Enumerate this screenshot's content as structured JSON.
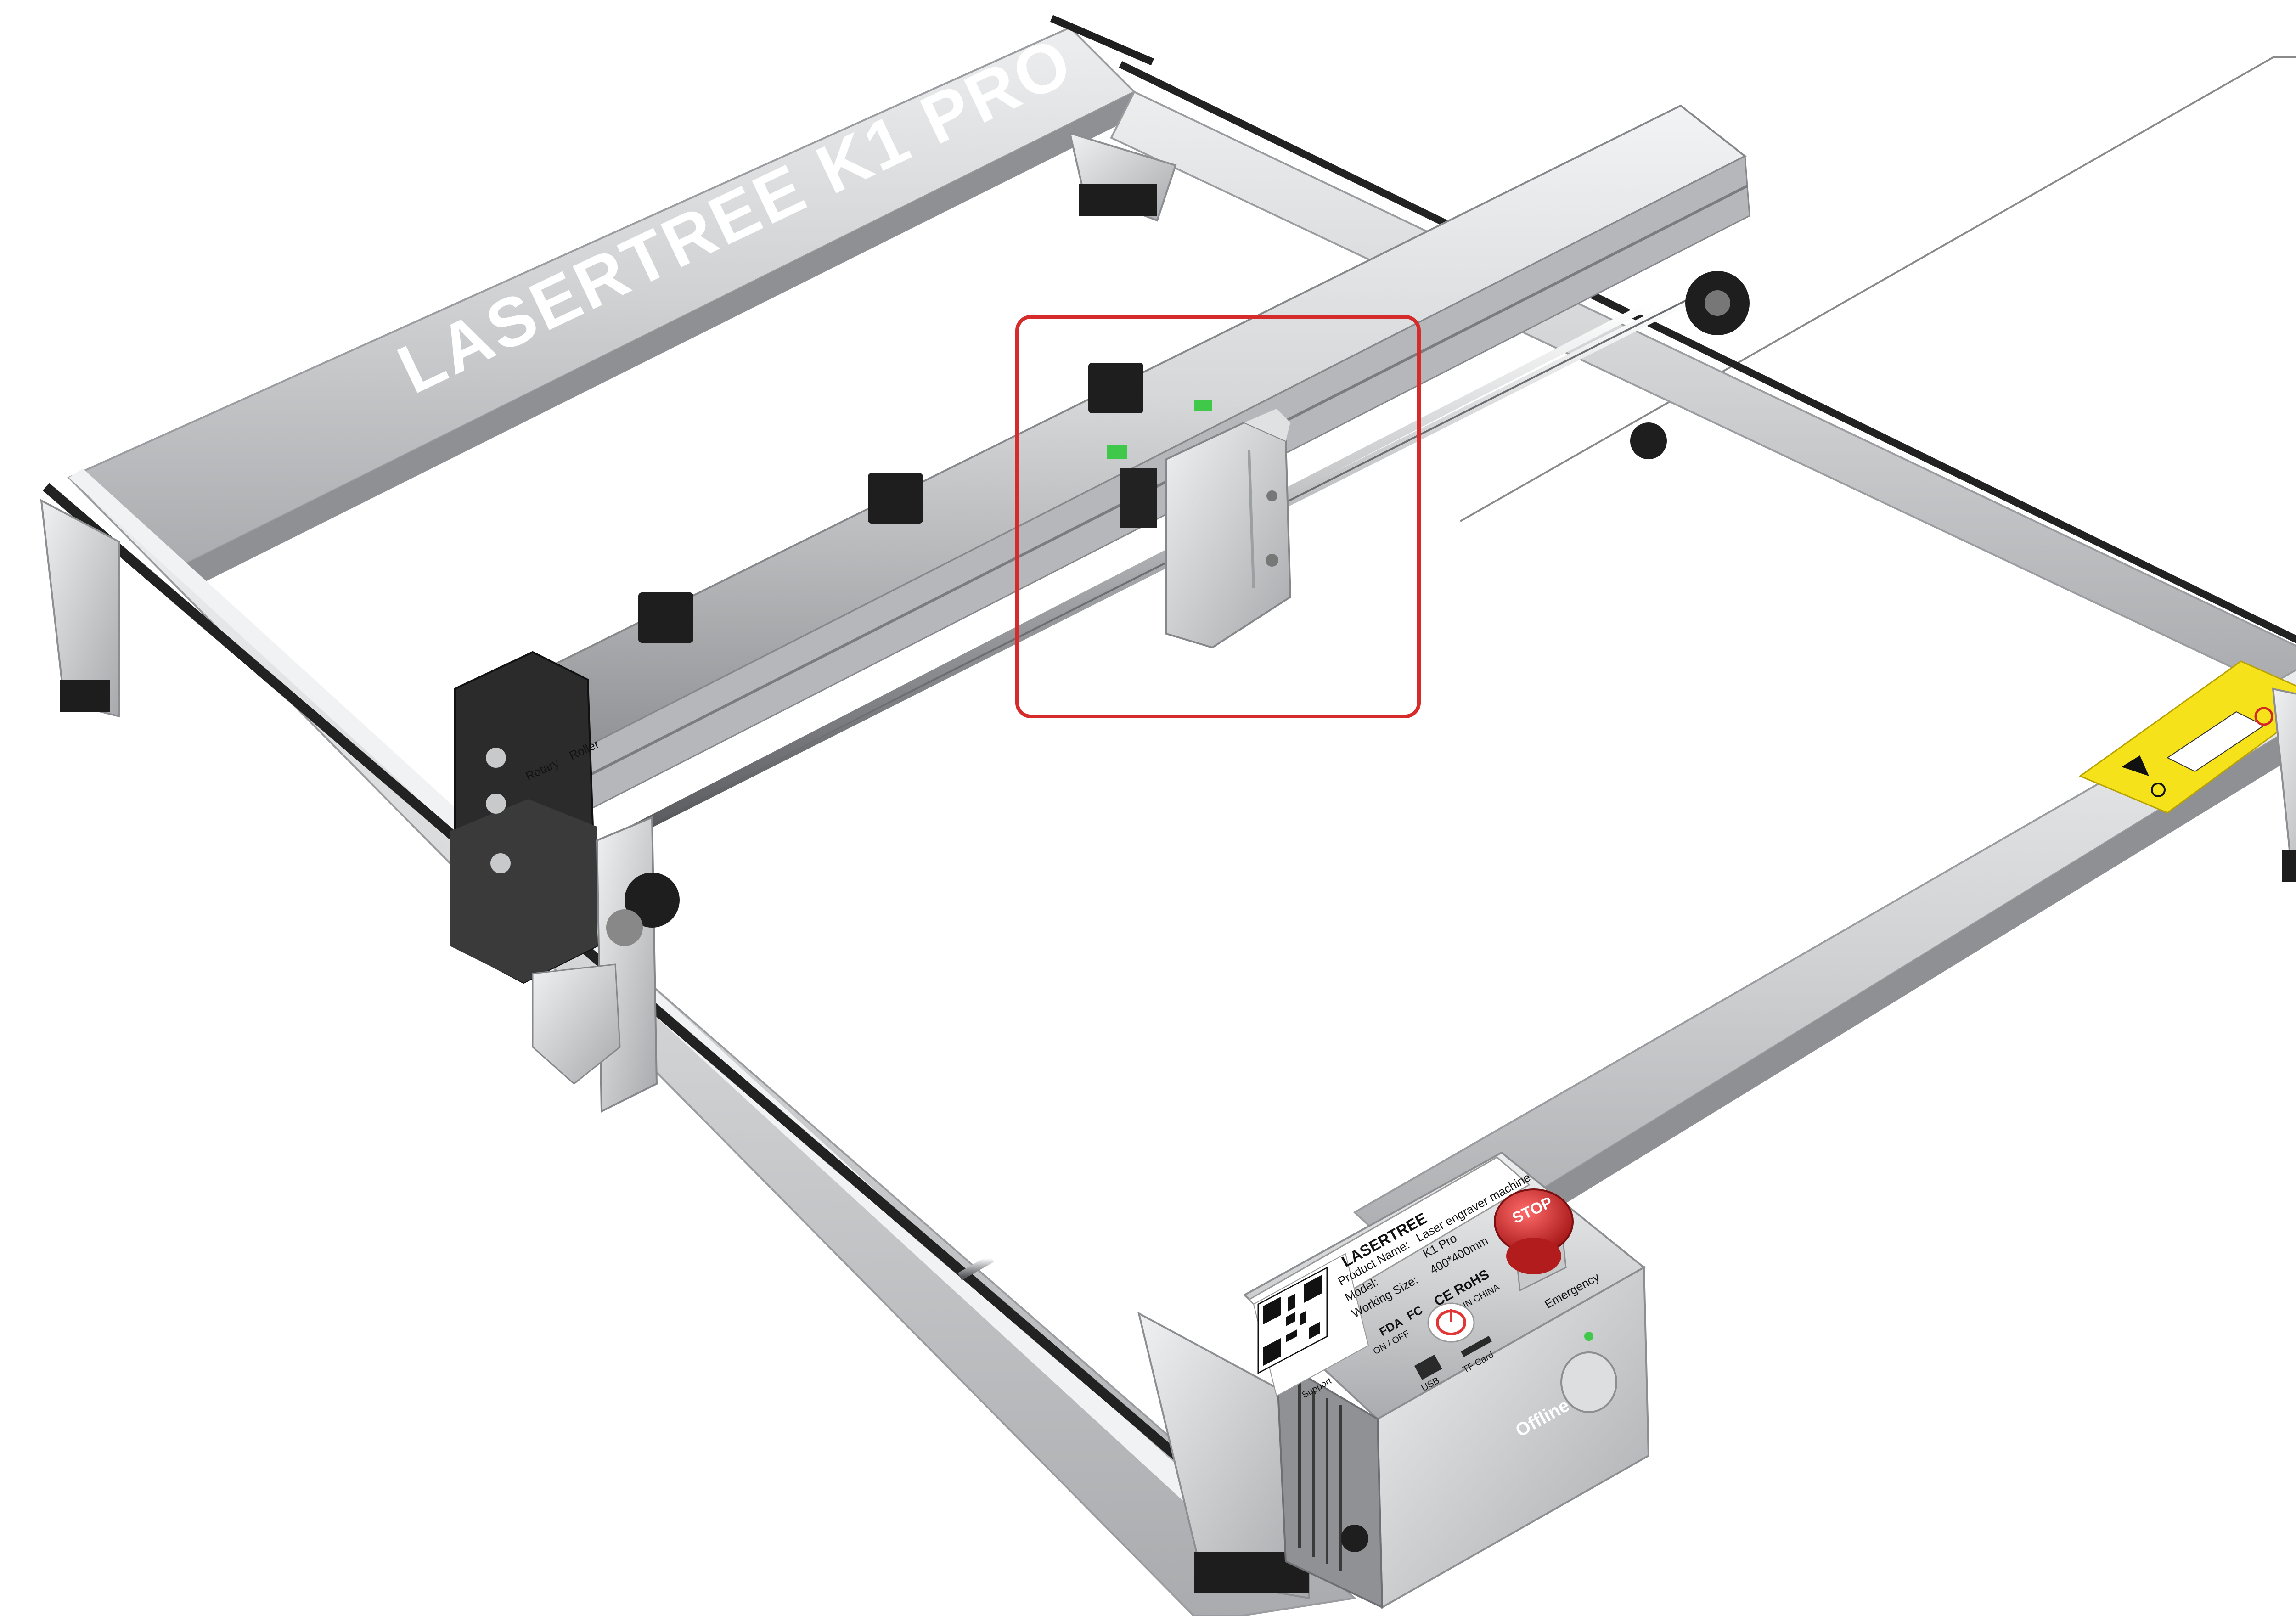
{
  "brand": {
    "engraving": "LASERTREE K1 PRO"
  },
  "product_label": {
    "brand": "LASERTREE",
    "product_name_key": "Product Name:",
    "product_name_value": "Laser engraver machine",
    "model_key": "Model:",
    "model_value": "K1 Pro",
    "working_size_key": "Working Size:",
    "working_size_value": "400*400mm",
    "certs": "CE  RoHS",
    "fcc": "FC",
    "fda": "FDA",
    "made_in": "MADE IN CHINA",
    "support": "Support"
  },
  "control_box": {
    "on_off": "ON / OFF",
    "usb": "USB",
    "tf_card": "TF Card",
    "offline": "Offline",
    "emergency": "Emergency",
    "stop": "STOP"
  },
  "motor_label": {
    "line1": "Rotary",
    "line2": "Roller"
  },
  "colors": {
    "background": "#ffffff",
    "frame": "#c9cbcd",
    "frame_light": "#e2e4e6",
    "frame_dark": "#9a9c9f",
    "rail": "#2a2a2a",
    "highlight_box": "#d62b2b",
    "stop_red": "#d32626",
    "warning_yellow": "#f5e21a",
    "power_red": "#e23636",
    "led_green": "#3fc84a"
  }
}
